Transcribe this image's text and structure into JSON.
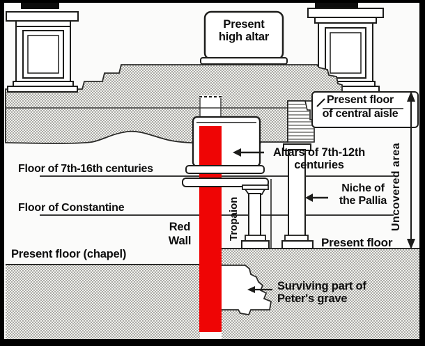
{
  "diagram": {
    "labels": {
      "present_high_altar": "Present\nhigh altar",
      "present_floor_central_aisle": "Present floor\nof central aisle",
      "altars_7_12": "Altars of 7th-12th\ncenturies",
      "uncovered_area": "Uncovered area",
      "floor_7_16": "Floor of 7th-16th centuries",
      "niche_pallia": "Niche of\nthe Pallia",
      "floor_constantine": "Floor of Constantine",
      "red_wall": "Red\nWall",
      "tropaion": "Tropaion",
      "present_floor_right": "Present floor",
      "present_floor_chapel": "Present floor (chapel)",
      "surviving_grave": "Surviving part of\nPeter's grave"
    },
    "colors": {
      "red_wall": "#ef0505",
      "line": "#1d1d1b",
      "stipple_dot": "#9c9c98",
      "stipple_bg": "#f2f2ee"
    }
  }
}
